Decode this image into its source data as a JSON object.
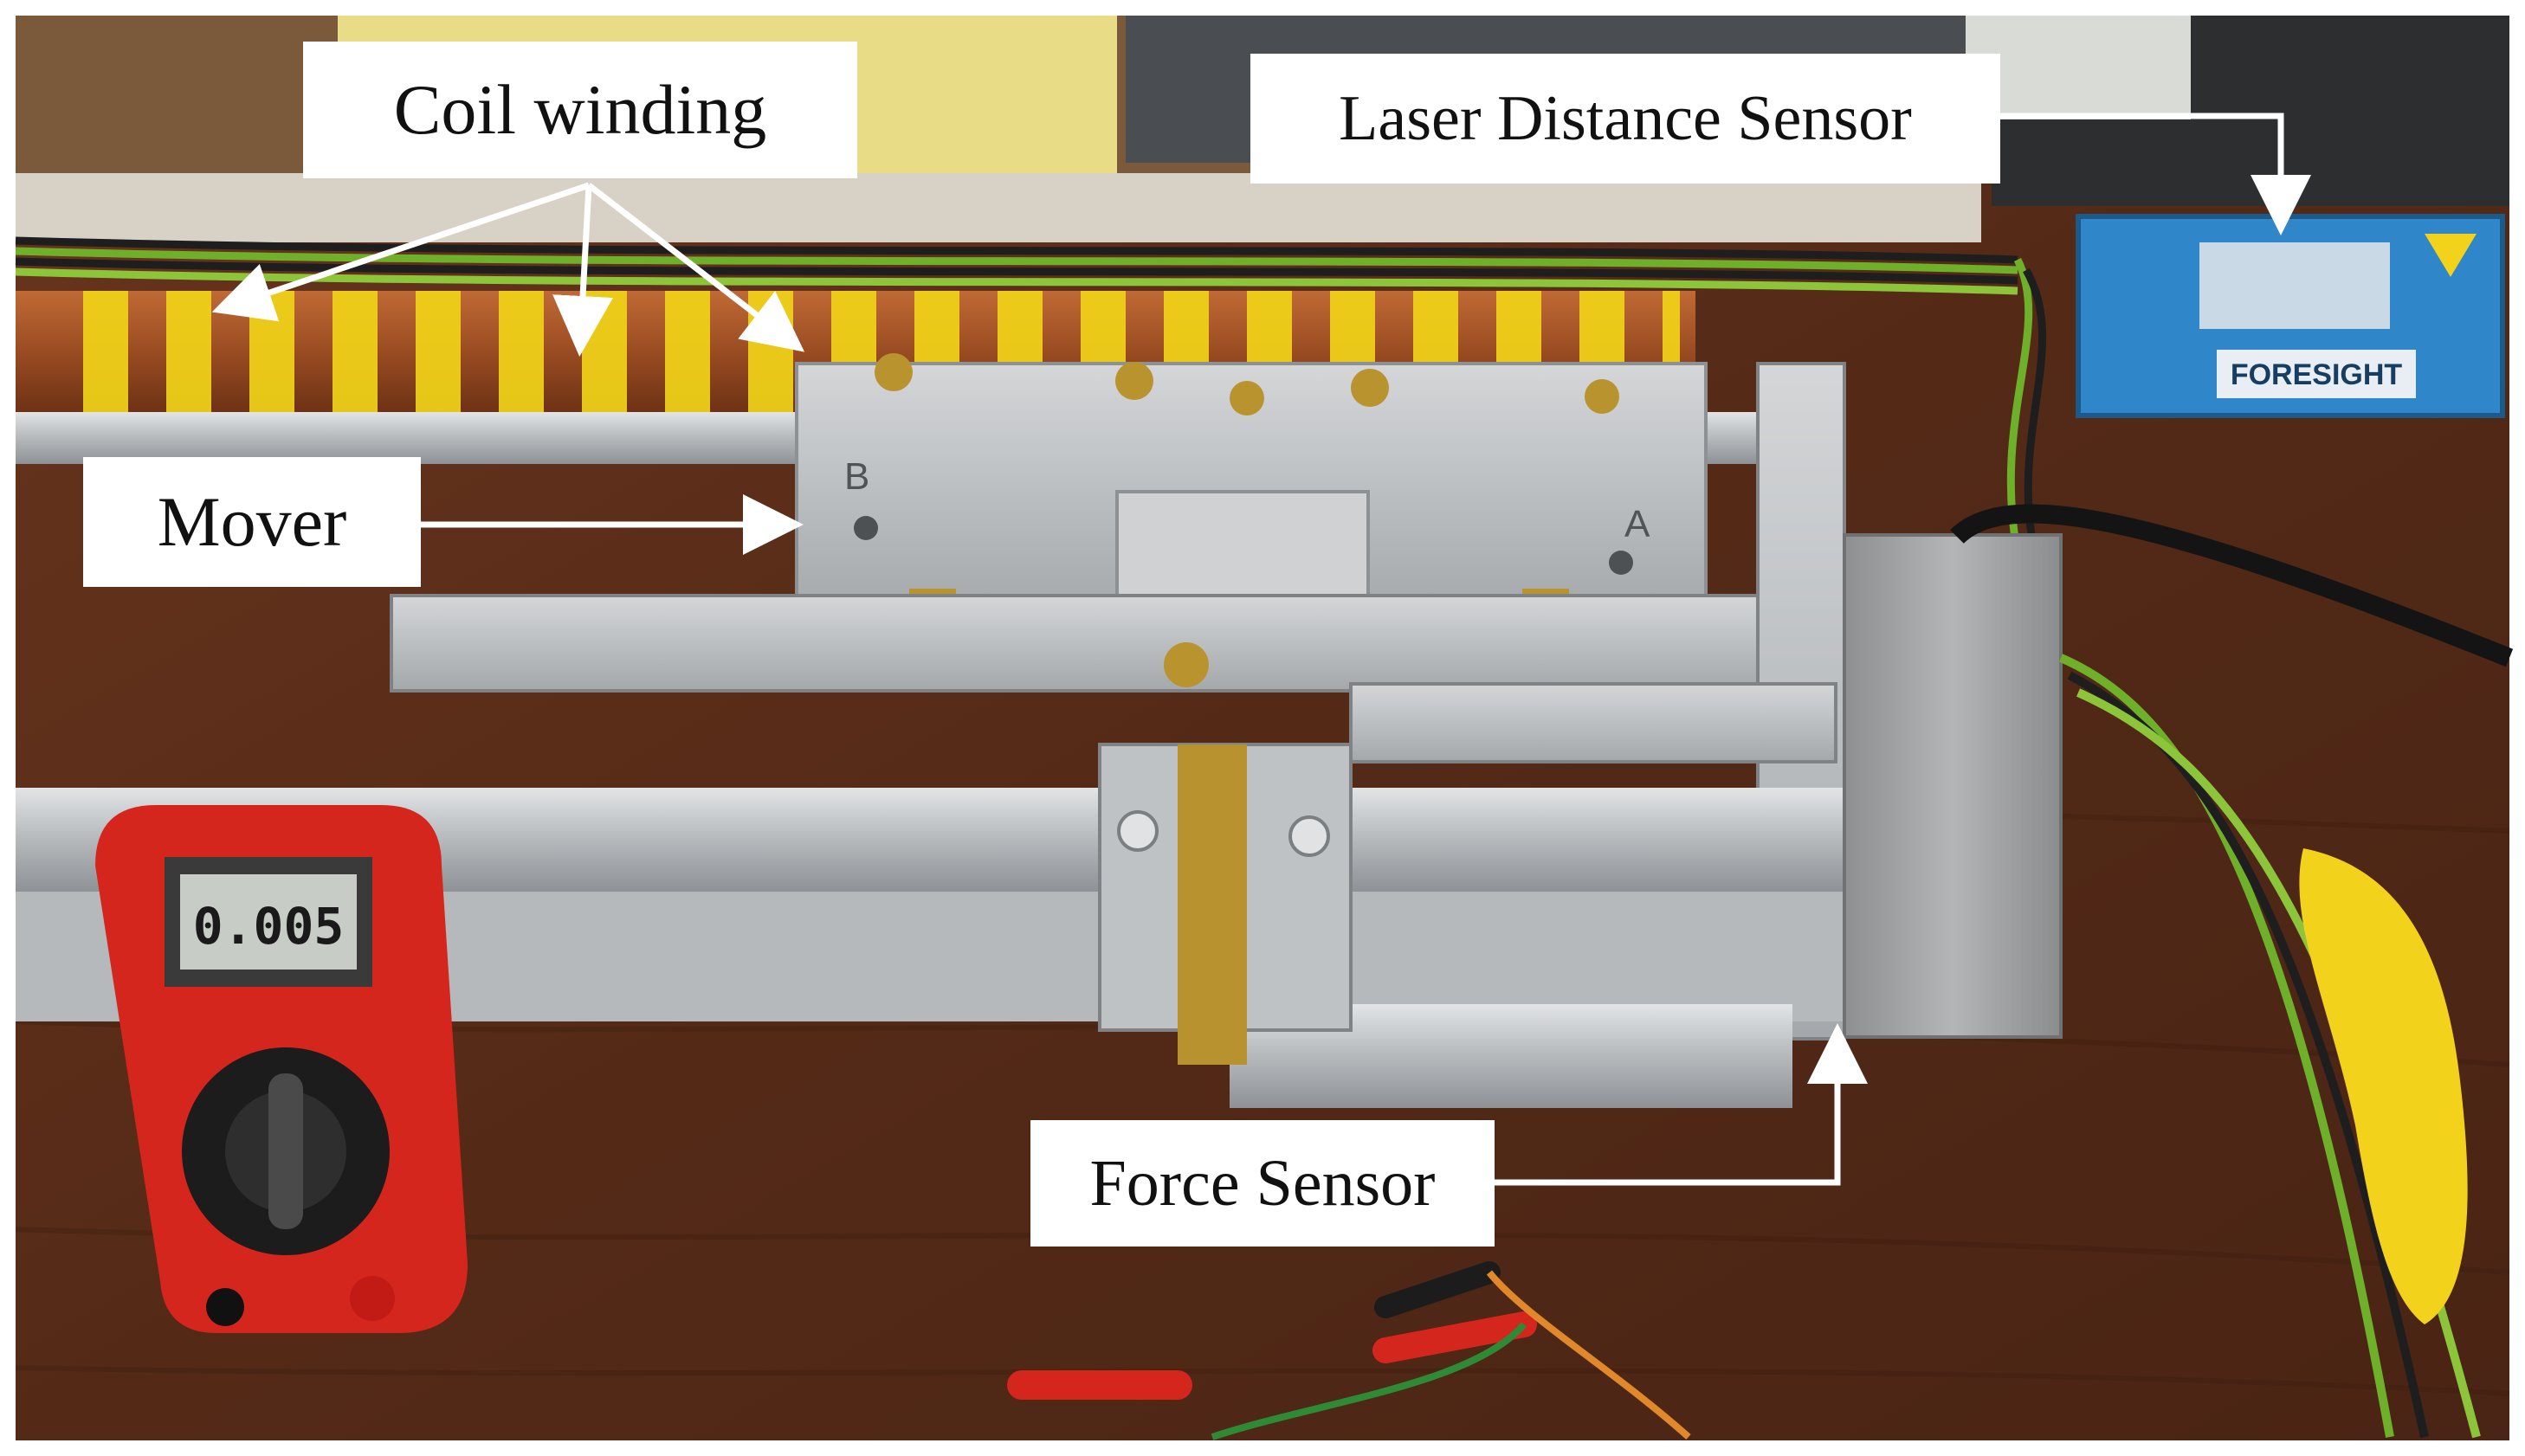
{
  "labels": {
    "coil_winding": "Coil winding",
    "laser_distance_sensor": "Laser Distance Sensor",
    "mover": "Mover",
    "force_sensor": "Force Sensor"
  },
  "device_text": {
    "multimeter_reading": "0.005",
    "sensor_brand": "FORESIGHT",
    "mover_mark_left": "B",
    "mover_mark_right": "A"
  },
  "colors": {
    "coil_copper": "#a2562a",
    "coil_tape": "#f0d318",
    "table_wood": "#5c2e1a",
    "aluminum": "#c4c7c9",
    "laser_sensor_blue": "#2f86c8",
    "multimeter_red": "#d5261e"
  }
}
